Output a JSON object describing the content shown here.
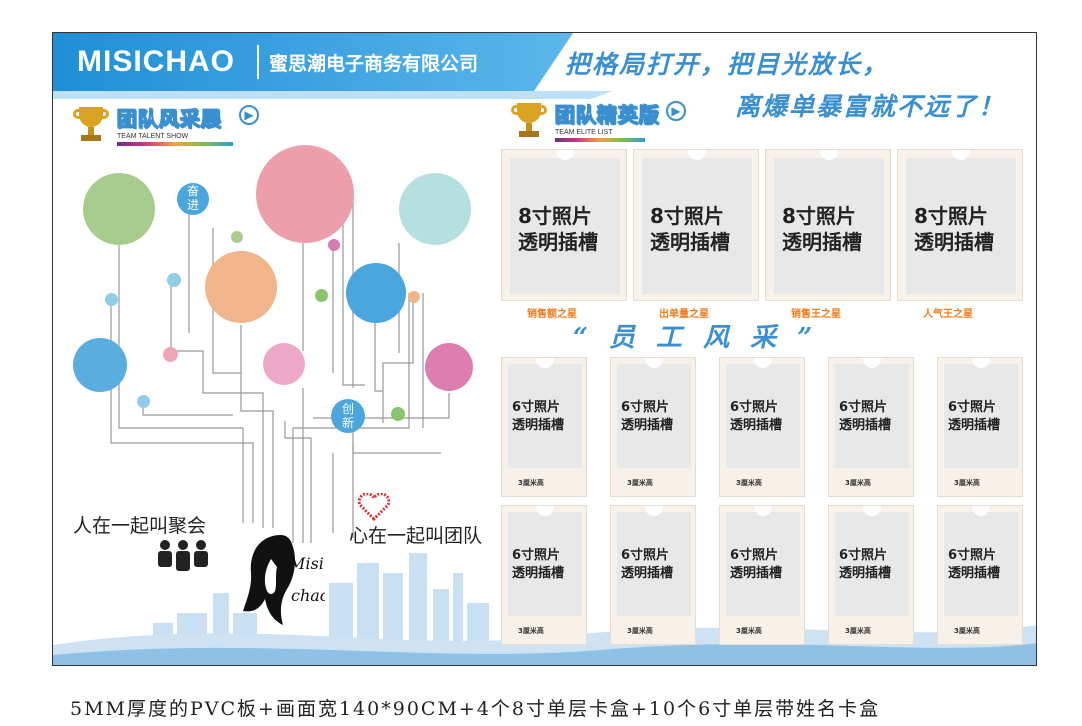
{
  "header": {
    "brand": "MISICHAO",
    "company": "蜜思潮电子商务有限公司"
  },
  "slogan": {
    "line1": "把格局打开，把目光放长，",
    "line2": "离爆单暴富就不远了！"
  },
  "team_show": {
    "title": "团队风采展",
    "subtitle": "TEAM TALENT SHOW",
    "bubble_fen": "奋\n进",
    "bubble_chuang": "创\n新",
    "slogan_left": "人在一起叫聚会",
    "slogan_right": "心在一起叫团队",
    "logo_text_1": "Misi",
    "logo_text_2": "chao"
  },
  "elite": {
    "title": "团队精英版",
    "subtitle": "TEAM ELITE LIST",
    "big_slots": [
      {
        "line1": "8寸照片",
        "line2": "透明插槽",
        "star": "销售额之星"
      },
      {
        "line1": "8寸照片",
        "line2": "透明插槽",
        "star": "出单量之星"
      },
      {
        "line1": "8寸照片",
        "line2": "透明插槽",
        "star": "销售王之星"
      },
      {
        "line1": "8寸照片",
        "line2": "透明插槽",
        "star": "人气王之星"
      }
    ],
    "staff_title": "“ 员 工 风 采 ”",
    "small_slot": {
      "line1": "6寸照片",
      "line2": "透明插槽",
      "foot": "3厘米高"
    }
  },
  "caption": "5MM厚度的PVC板+画面宽140*90CM+4个8寸单层卡盒+10个6寸单层带姓名卡盒",
  "colors": {
    "accent_blue": "#3a8fd0",
    "header_blue": "#1f8fd6",
    "star_orange": "#f07e1e"
  }
}
